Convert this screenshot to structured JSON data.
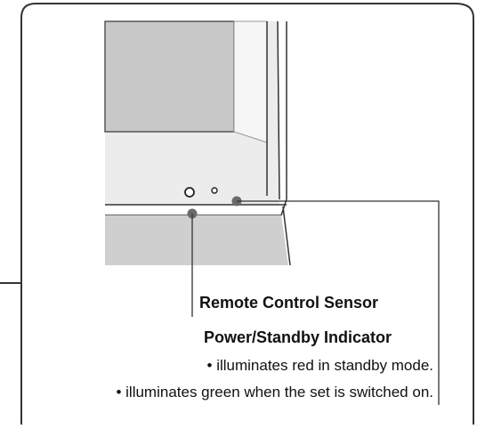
{
  "labels": {
    "remote_sensor": "Remote Control Sensor",
    "power_indicator": "Power/Standby Indicator",
    "note_standby": "• illuminates red in standby mode.",
    "note_on": "• illuminates green when the set is switched on."
  },
  "colors": {
    "frame_line": "#333333",
    "bezel": "#ececec",
    "screen": "#c8c8c8",
    "stand": "#cfcfcf",
    "callout_dot": "#6a6a6a"
  }
}
